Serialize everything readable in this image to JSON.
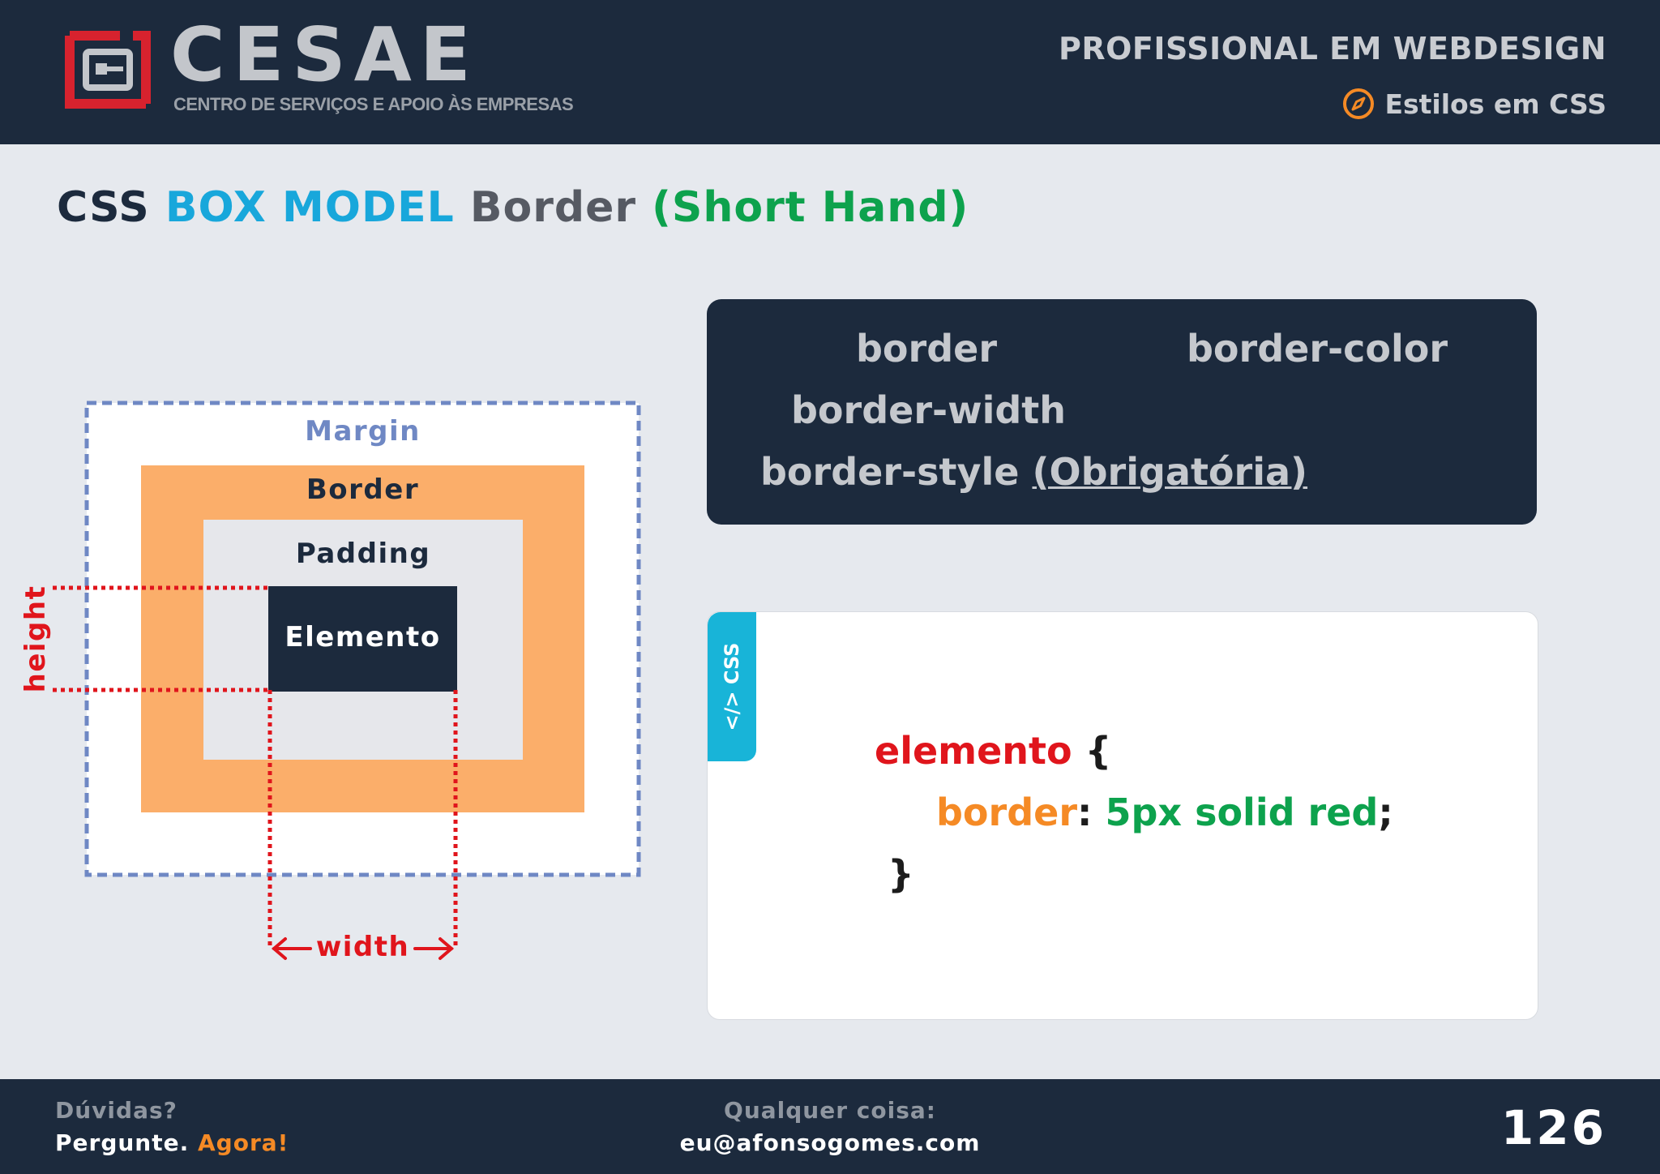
{
  "header": {
    "logo_word": "CESAE",
    "logo_subtitle": "CENTRO DE SERVIÇOS E APOIO ÀS EMPRESAS",
    "course": "PROFISSIONAL EM WEBDESIGN",
    "topic": "Estilos em CSS",
    "topic_icon": "compass-icon",
    "logo_color": "#d7222e"
  },
  "title": {
    "part1": "CSS",
    "part2": "BOX MODEL",
    "part3": "Border",
    "part4": "(Short Hand)"
  },
  "diagram": {
    "margin_label": "Margin",
    "border_label": "Border",
    "padding_label": "Padding",
    "element_label": "Elemento",
    "height_label": "height",
    "width_label": "width",
    "colors": {
      "margin": "#6f88c4",
      "border": "#fbae6a",
      "padding": "#e6e7eb",
      "element": "#1c2a3d",
      "dimension": "#e0151c"
    }
  },
  "properties": {
    "border": "border",
    "border_color": "border-color",
    "border_width": "border-width",
    "border_style": "border-style",
    "border_style_note": "(Obrigatória)"
  },
  "code": {
    "tab_label": "</> CSS",
    "selector": "elemento",
    "open_brace": "{",
    "property": "border",
    "colon": ":",
    "value": "5px solid red",
    "semicolon": ";",
    "close_brace": "}"
  },
  "footer": {
    "question": "Dúvidas?",
    "ask": "Pergunte.",
    "now": "Agora!",
    "contact_label": "Qualquer coisa:",
    "email": "eu@afonsogomes.com",
    "page_number": "126"
  }
}
